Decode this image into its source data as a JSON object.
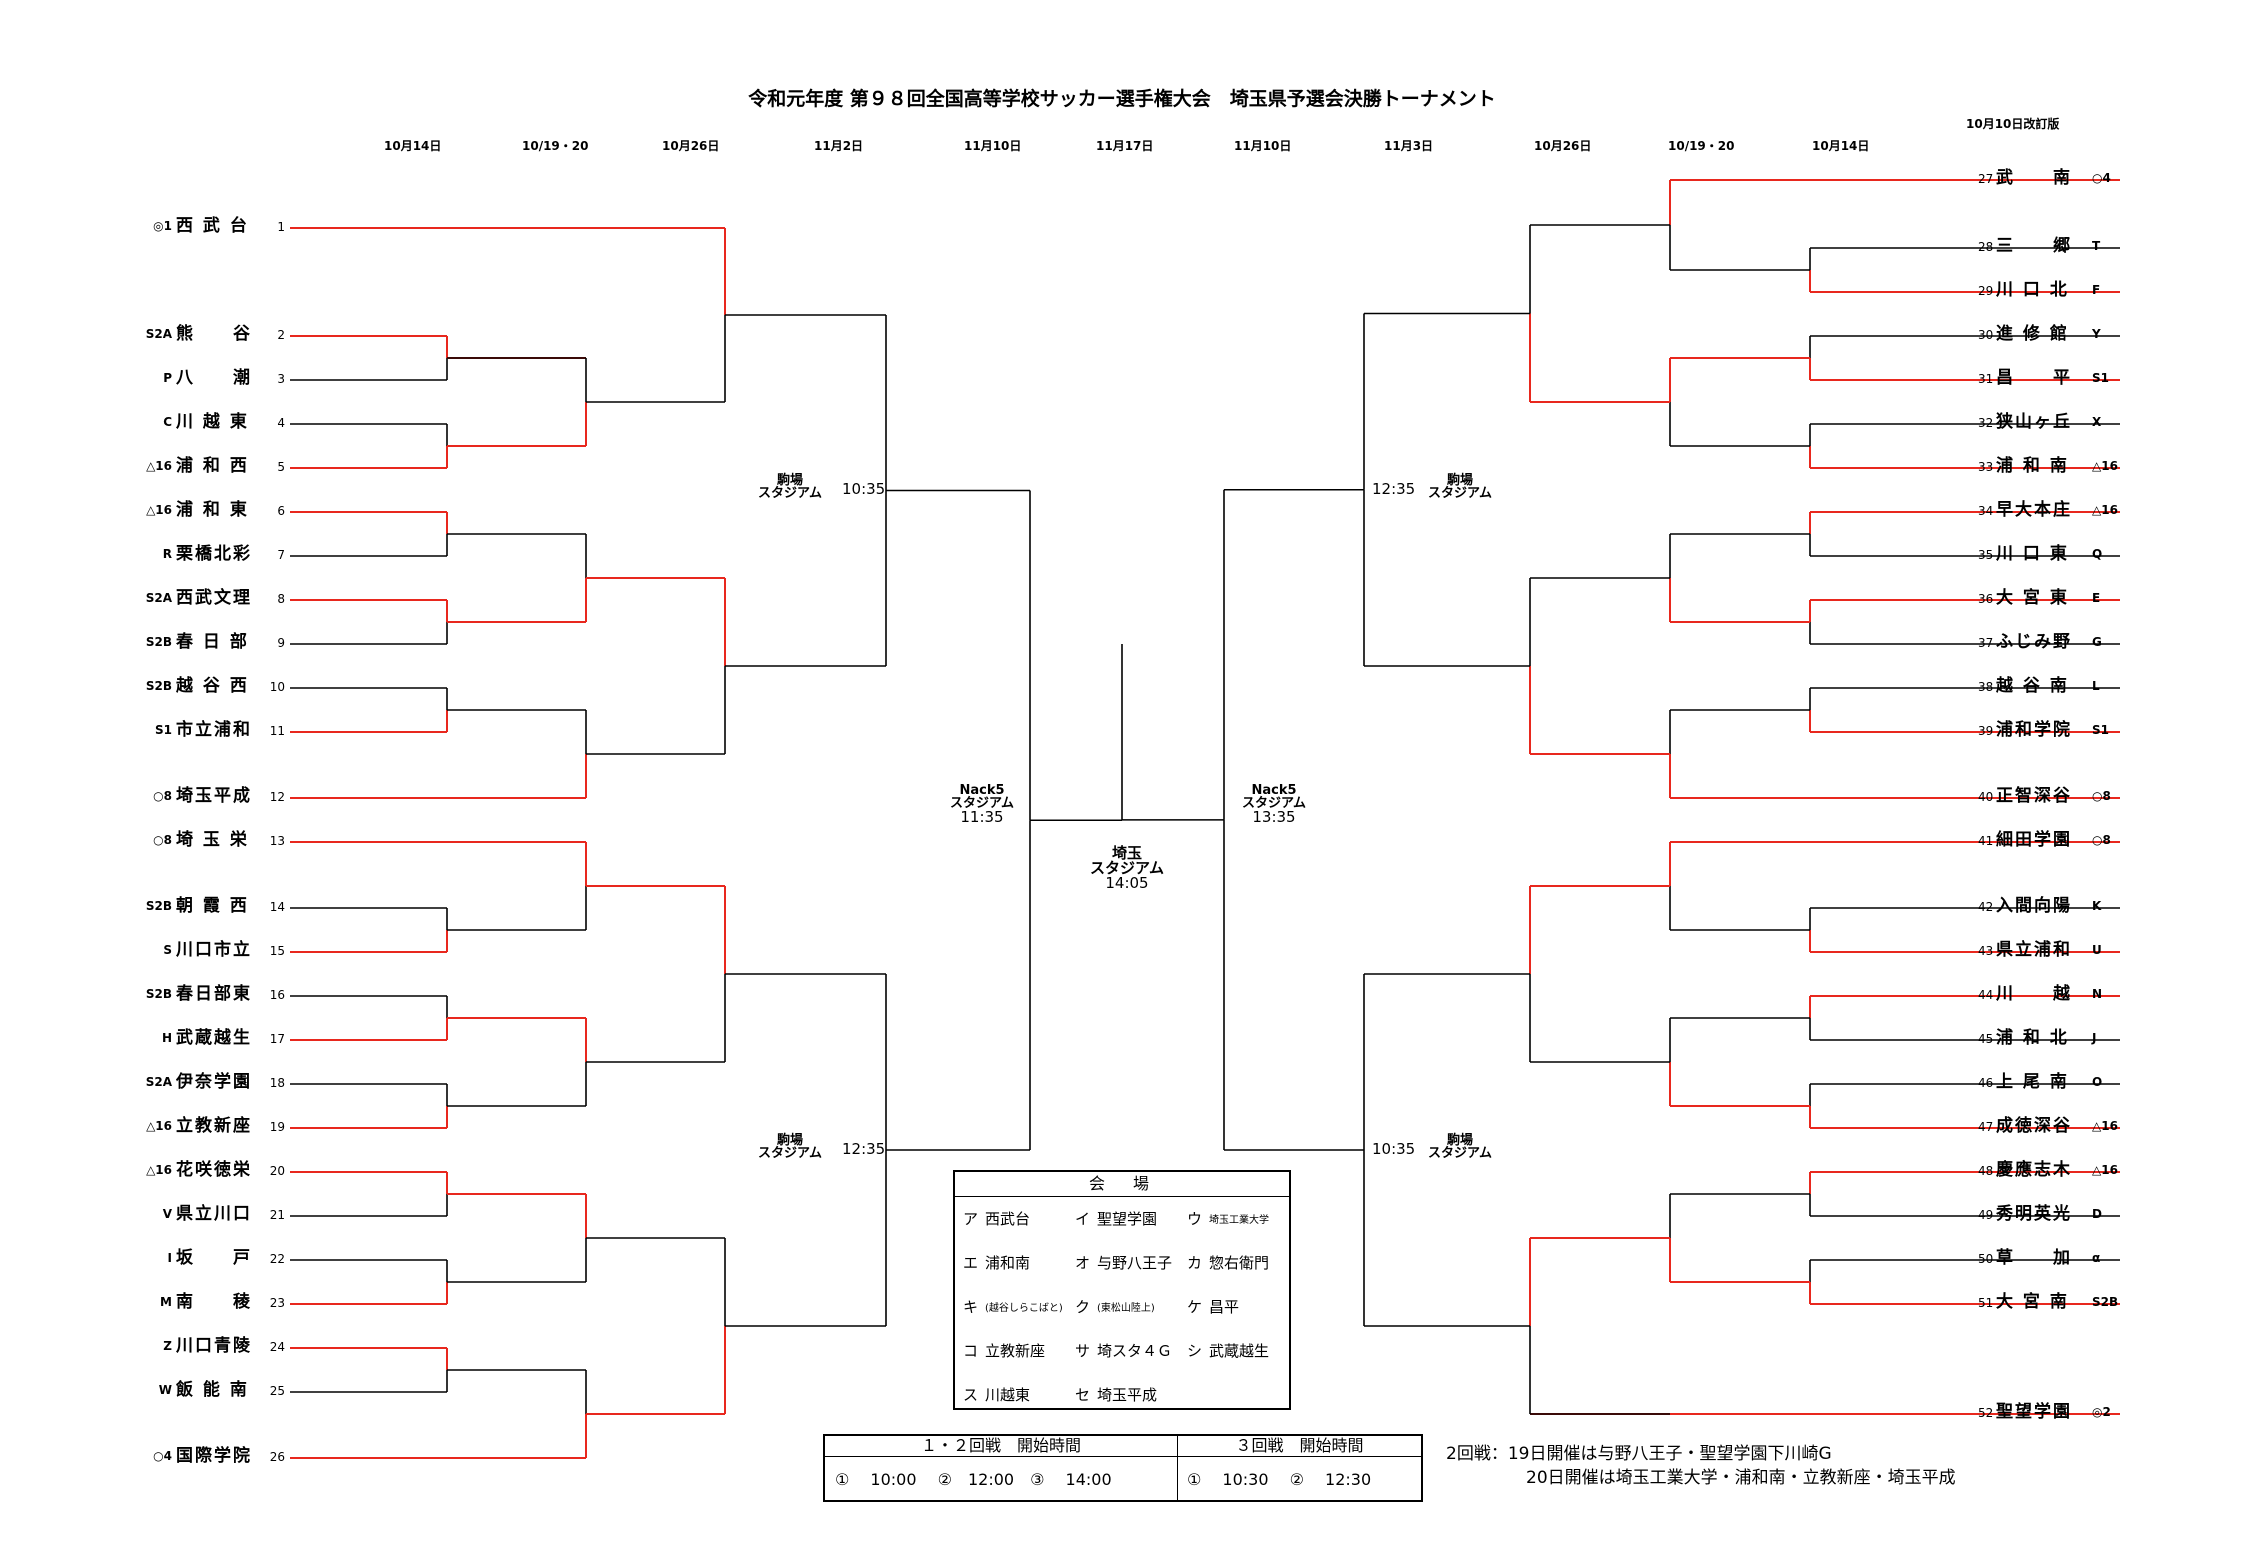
{
  "title": "令和元年度 第９８回全国高等学校サッカー選手権大会　埼玉県予選会決勝トーナメント",
  "revised": "10月10日改訂版",
  "date_headers": {
    "left": [
      "10月14日",
      "10/19・20",
      "10月26日",
      "11月2日",
      "11月10日"
    ],
    "center": "11月17日",
    "right": [
      "11月10日",
      "11月3日",
      "10月26日",
      "10/19・20",
      "10月14日"
    ]
  },
  "left_teams": [
    {
      "no": "1",
      "name": "西 武 台",
      "seed": "◎1"
    },
    {
      "no": "2",
      "name": "熊　　谷",
      "seed": "S2A"
    },
    {
      "no": "3",
      "name": "八　　潮",
      "seed": "P"
    },
    {
      "no": "4",
      "name": "川 越 東",
      "seed": "C"
    },
    {
      "no": "5",
      "name": "浦 和 西",
      "seed": "△16"
    },
    {
      "no": "6",
      "name": "浦 和 東",
      "seed": "△16"
    },
    {
      "no": "7",
      "name": "栗橋北彩",
      "seed": "R"
    },
    {
      "no": "8",
      "name": "西武文理",
      "seed": "S2A"
    },
    {
      "no": "9",
      "name": "春 日 部",
      "seed": "S2B"
    },
    {
      "no": "10",
      "name": "越 谷 西",
      "seed": "S2B"
    },
    {
      "no": "11",
      "name": "市立浦和",
      "seed": "S1"
    },
    {
      "no": "12",
      "name": "埼玉平成",
      "seed": "○8"
    },
    {
      "no": "13",
      "name": "埼 玉 栄",
      "seed": "○8"
    },
    {
      "no": "14",
      "name": "朝 霞 西",
      "seed": "S2B"
    },
    {
      "no": "15",
      "name": "川口市立",
      "seed": "S"
    },
    {
      "no": "16",
      "name": "春日部東",
      "seed": "S2B"
    },
    {
      "no": "17",
      "name": "武蔵越生",
      "seed": "H"
    },
    {
      "no": "18",
      "name": "伊奈学園",
      "seed": "S2A"
    },
    {
      "no": "19",
      "name": "立教新座",
      "seed": "△16"
    },
    {
      "no": "20",
      "name": "花咲徳栄",
      "seed": "△16"
    },
    {
      "no": "21",
      "name": "県立川口",
      "seed": "V"
    },
    {
      "no": "22",
      "name": "坂　　戸",
      "seed": "I"
    },
    {
      "no": "23",
      "name": "南　　稜",
      "seed": "M"
    },
    {
      "no": "24",
      "name": "川口青陵",
      "seed": "Z"
    },
    {
      "no": "25",
      "name": "飯 能 南",
      "seed": "W"
    },
    {
      "no": "26",
      "name": "国際学院",
      "seed": "○4"
    }
  ],
  "right_teams": [
    {
      "no": "27",
      "name": "武　　南",
      "seed": "○4"
    },
    {
      "no": "28",
      "name": "三　　郷",
      "seed": "T"
    },
    {
      "no": "29",
      "name": "川 口 北",
      "seed": "F"
    },
    {
      "no": "30",
      "name": "進 修 館",
      "seed": "Y"
    },
    {
      "no": "31",
      "name": "昌　　平",
      "seed": "S1"
    },
    {
      "no": "32",
      "name": "狭山ヶ丘",
      "seed": "X"
    },
    {
      "no": "33",
      "name": "浦 和 南",
      "seed": "△16"
    },
    {
      "no": "34",
      "name": "早大本庄",
      "seed": "△16"
    },
    {
      "no": "35",
      "name": "川 口 東",
      "seed": "Q"
    },
    {
      "no": "36",
      "name": "大 宮 東",
      "seed": "E"
    },
    {
      "no": "37",
      "name": "ふじみ野",
      "seed": "G"
    },
    {
      "no": "38",
      "name": "越 谷 南",
      "seed": "L"
    },
    {
      "no": "39",
      "name": "浦和学院",
      "seed": "S1"
    },
    {
      "no": "40",
      "name": "正智深谷",
      "seed": "○8"
    },
    {
      "no": "41",
      "name": "細田学園",
      "seed": "○8"
    },
    {
      "no": "42",
      "name": "入間向陽",
      "seed": "K"
    },
    {
      "no": "43",
      "name": "県立浦和",
      "seed": "U"
    },
    {
      "no": "44",
      "name": "川　　越",
      "seed": "N"
    },
    {
      "no": "45",
      "name": "浦 和 北",
      "seed": "J"
    },
    {
      "no": "46",
      "name": "上 尾 南",
      "seed": "O"
    },
    {
      "no": "47",
      "name": "成徳深谷",
      "seed": "△16"
    },
    {
      "no": "48",
      "name": "慶應志木",
      "seed": "△16"
    },
    {
      "no": "49",
      "name": "秀明英光",
      "seed": "D"
    },
    {
      "no": "50",
      "name": "草　　加",
      "seed": "α"
    },
    {
      "no": "51",
      "name": "大 宮 南",
      "seed": "S2B"
    },
    {
      "no": "52",
      "name": "聖望学園",
      "seed": "◎2"
    }
  ],
  "stadiums": {
    "komaba": "駒場\nスタジアム",
    "nack5": "Nack5\nスタジアム",
    "saitama": "埼玉\nスタジアム",
    "komaba_left_upper_time": "10:35",
    "komaba_left_lower_time": "12:35",
    "komaba_right_upper_time": "12:35",
    "komaba_right_lower_time": "10:35",
    "nack5_left_time": "11:35",
    "nack5_right_time": "13:35",
    "final_time": "14:05"
  },
  "venue_legend": {
    "title": "会　場",
    "rows": [
      [
        [
          "ア",
          "西武台"
        ],
        [
          "イ",
          "聖望学園"
        ],
        [
          "ウ",
          "埼玉工業大学"
        ]
      ],
      [
        [
          "エ",
          "浦和南"
        ],
        [
          "オ",
          "与野八王子"
        ],
        [
          "カ",
          "惣右衛門"
        ]
      ],
      [
        [
          "キ",
          "(越谷しらこばと)"
        ],
        [
          "ク",
          "(東松山陸上)"
        ],
        [
          "ケ",
          "昌平"
        ]
      ],
      [
        [
          "コ",
          "立教新座"
        ],
        [
          "サ",
          "埼スタ４Ｇ"
        ],
        [
          "シ",
          "武蔵越生"
        ]
      ],
      [
        [
          "ス",
          "川越東"
        ],
        [
          "セ",
          "埼玉平成"
        ],
        [
          "",
          ""
        ]
      ]
    ]
  },
  "time_table": {
    "header_left": "１・２回戦　開始時間",
    "header_right": "３回戦　開始時間",
    "values_left": "①　 10:00 　②　12:00　③　 14:00",
    "values_right": "①　 10:30 　②　 12:30"
  },
  "notes": [
    "2回戦：19日開催は与野八王子・聖望学園下川崎G",
    "20日開催は埼玉工業大学・浦和南・立教新座・埼玉平成"
  ],
  "colors": {
    "winner_line": "#e8281e",
    "line": "#000000"
  }
}
